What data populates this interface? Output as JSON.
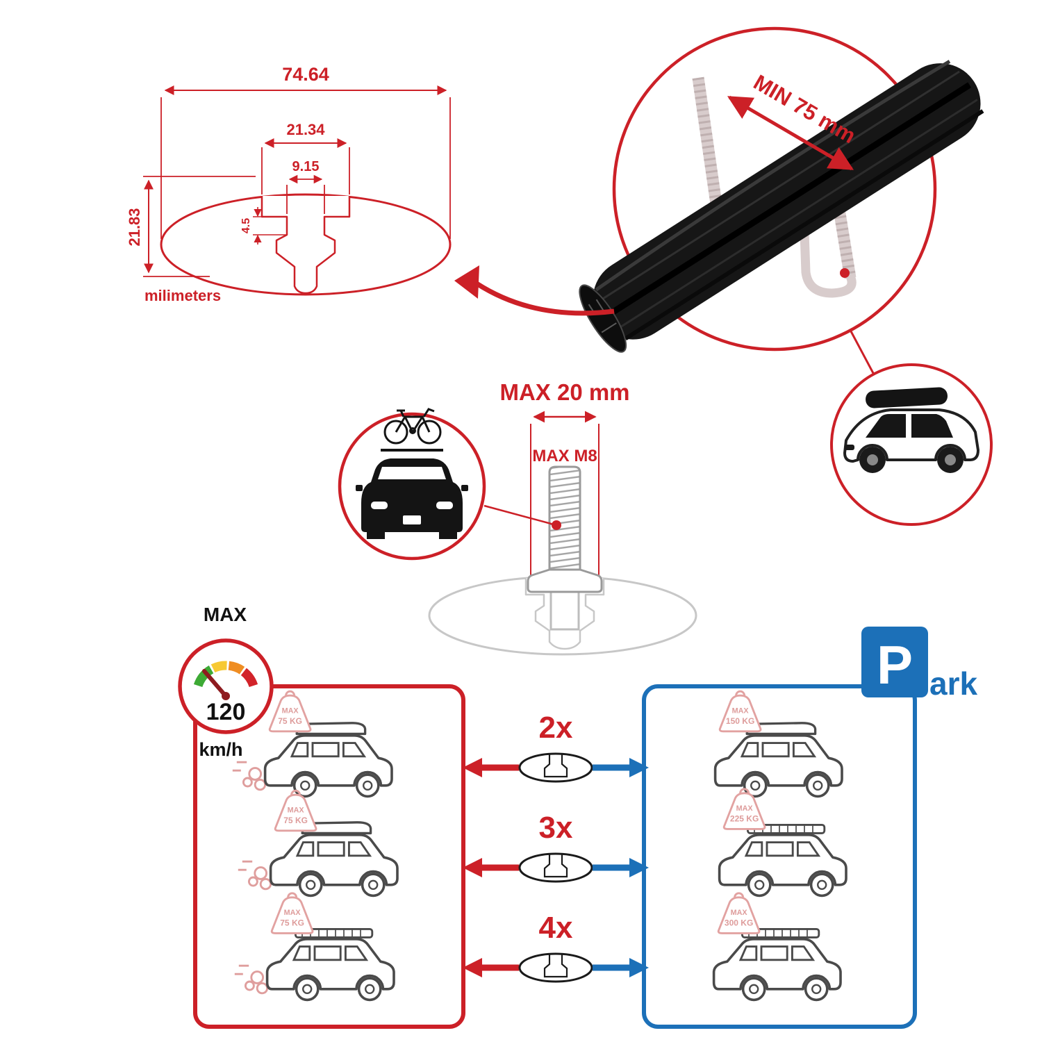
{
  "colors": {
    "red": "#cc2027",
    "blue": "#1c70b8",
    "ghost_red": "#de9c9b",
    "ghost_gray": "#c7c7c7"
  },
  "profile_drawing": {
    "dim_total_width": "74.64",
    "dim_slot_outer": "21.34",
    "dim_slot_inner": "9.15",
    "dim_lip": "4.5",
    "dim_total_height": "21.83",
    "units": "milimeters"
  },
  "crossbar_detail": {
    "min_span": "MIN 75 mm"
  },
  "bolt_detail": {
    "max_head": "MAX 20 mm",
    "max_thread": "MAX M8"
  },
  "speed_limit": {
    "label": "MAX",
    "value": "120",
    "units": "km/h"
  },
  "driving_panel": {
    "cars": [
      {
        "tag_label": "MAX",
        "tag_weight": "75 KG"
      },
      {
        "tag_label": "MAX",
        "tag_weight": "75 KG"
      },
      {
        "tag_label": "MAX",
        "tag_weight": "75 KG"
      }
    ]
  },
  "parked_panel": {
    "sign_letter": "P",
    "sign_rest": "ark",
    "cars": [
      {
        "tag_label": "MAX",
        "tag_weight": "150 KG"
      },
      {
        "tag_label": "MAX",
        "tag_weight": "225 KG"
      },
      {
        "tag_label": "MAX",
        "tag_weight": "300 KG"
      }
    ]
  },
  "bar_count_rows": [
    {
      "label": "2x"
    },
    {
      "label": "3x"
    },
    {
      "label": "4x"
    }
  ]
}
